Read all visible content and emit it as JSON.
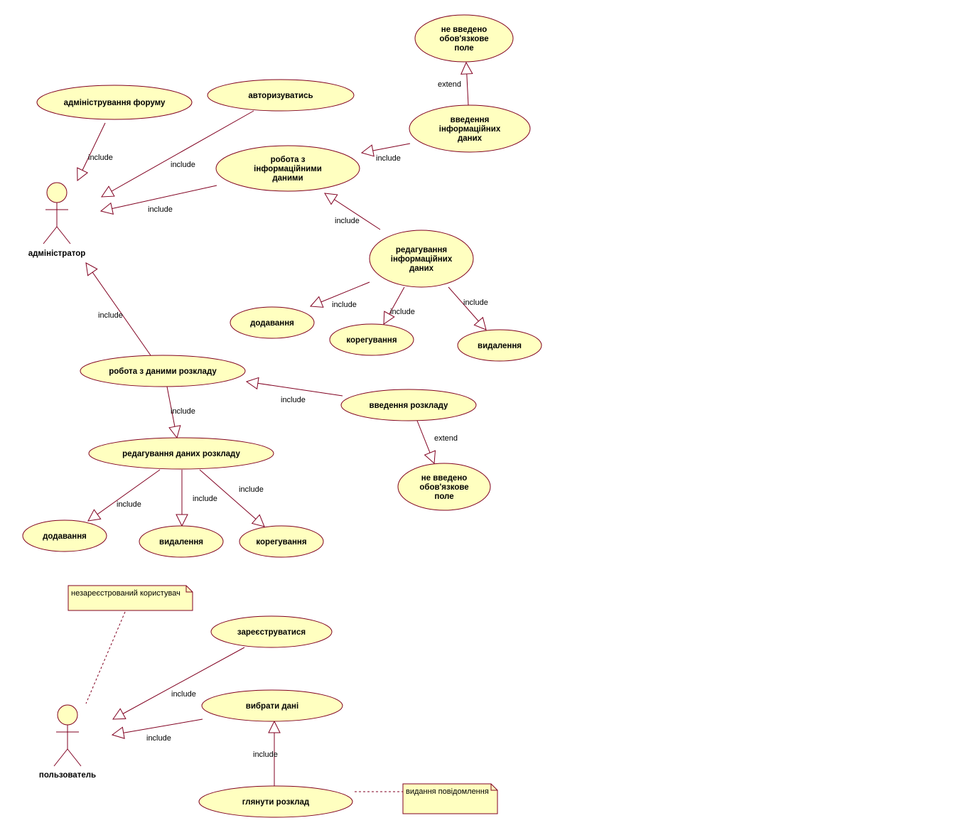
{
  "actors": [
    {
      "id": "admin",
      "name": "адміністратор"
    },
    {
      "id": "user",
      "name": "пользователь"
    }
  ],
  "usecases": [
    {
      "id": "admin_forum",
      "lines": [
        "адміністрування форуму"
      ]
    },
    {
      "id": "authorize",
      "lines": [
        "авторизуватись"
      ]
    },
    {
      "id": "mandatory1",
      "lines": [
        "не введено",
        "обов'язкове",
        "поле"
      ]
    },
    {
      "id": "enter_info",
      "lines": [
        "введення",
        "інформаційних",
        "даних"
      ]
    },
    {
      "id": "work_info",
      "lines": [
        "робота з",
        "інформаційними",
        "даними"
      ]
    },
    {
      "id": "edit_info",
      "lines": [
        "редагування",
        "інформаційних",
        "даних"
      ]
    },
    {
      "id": "add1",
      "lines": [
        "додавання"
      ]
    },
    {
      "id": "correct1",
      "lines": [
        "корегування"
      ]
    },
    {
      "id": "delete1",
      "lines": [
        "видалення"
      ]
    },
    {
      "id": "work_schedule",
      "lines": [
        "робота з даними розкладу"
      ]
    },
    {
      "id": "enter_schedule",
      "lines": [
        "введення розкладу"
      ]
    },
    {
      "id": "edit_schedule",
      "lines": [
        "редагування даних розкладу"
      ]
    },
    {
      "id": "mandatory2",
      "lines": [
        "не введено",
        "обов'язкове",
        "поле"
      ]
    },
    {
      "id": "add2",
      "lines": [
        "додавання"
      ]
    },
    {
      "id": "delete2",
      "lines": [
        "видалення"
      ]
    },
    {
      "id": "correct2",
      "lines": [
        "корегування"
      ]
    },
    {
      "id": "register",
      "lines": [
        "зареєструватися"
      ]
    },
    {
      "id": "select_data",
      "lines": [
        "вибрати дані"
      ]
    },
    {
      "id": "view_schedule",
      "lines": [
        "глянути розклад"
      ]
    }
  ],
  "relations": [
    {
      "id": "r1",
      "label": "include"
    },
    {
      "id": "r2",
      "label": "include"
    },
    {
      "id": "r3",
      "label": "include"
    },
    {
      "id": "r4",
      "label": "extend"
    },
    {
      "id": "r5",
      "label": "include"
    },
    {
      "id": "r6",
      "label": "include"
    },
    {
      "id": "r7",
      "label": "include"
    },
    {
      "id": "r8",
      "label": "include"
    },
    {
      "id": "r9",
      "label": "include"
    },
    {
      "id": "r10",
      "label": "include"
    },
    {
      "id": "r11",
      "label": "include"
    },
    {
      "id": "r12",
      "label": "include"
    },
    {
      "id": "r13",
      "label": "extend"
    },
    {
      "id": "r14",
      "label": "include"
    },
    {
      "id": "r15",
      "label": "include"
    },
    {
      "id": "r16",
      "label": "include"
    },
    {
      "id": "r17",
      "label": "include"
    },
    {
      "id": "r18",
      "label": "include"
    },
    {
      "id": "r19",
      "label": "include"
    }
  ],
  "notes": [
    {
      "id": "note_unreg",
      "text": "незареєстрований користувач"
    },
    {
      "id": "note_msg",
      "text": "видання повідомлення"
    }
  ]
}
